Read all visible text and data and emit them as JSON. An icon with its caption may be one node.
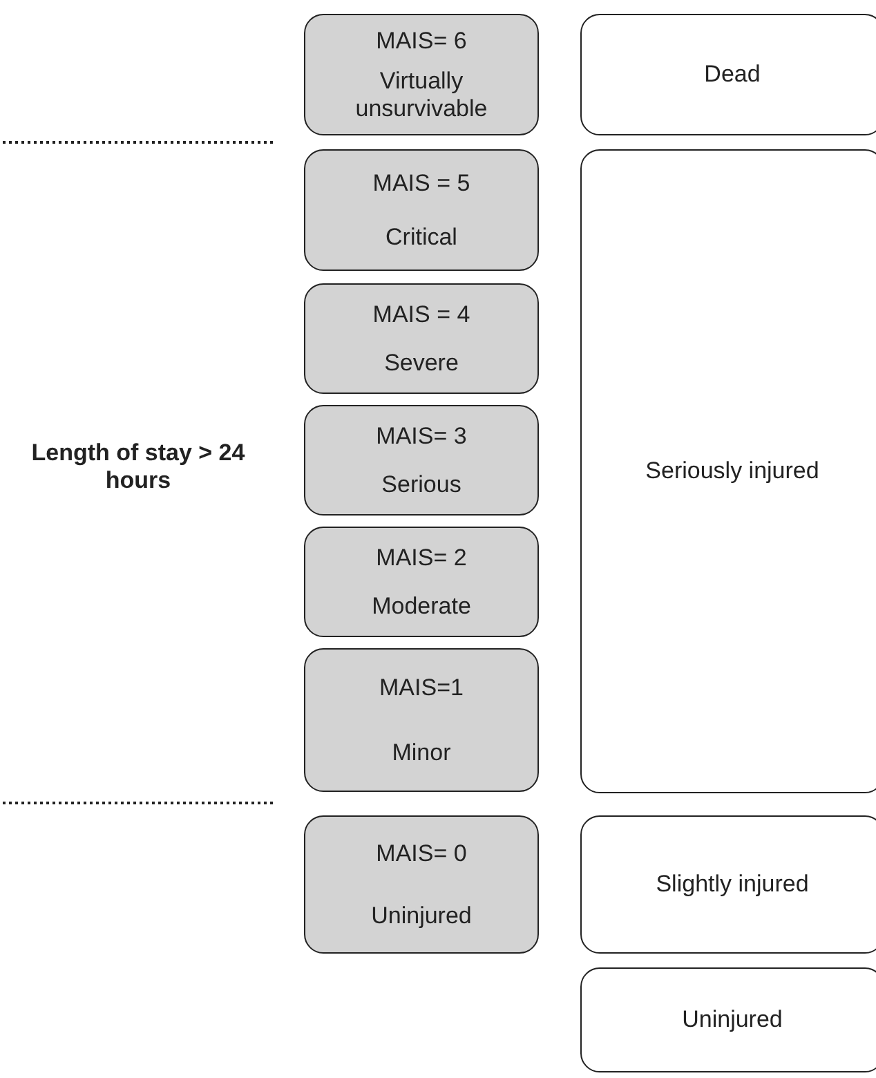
{
  "diagram": {
    "nodes": [
      {
        "text": [
          "MAIS= 6",
          "Virtually unsurvivable"
        ]
      },
      {
        "text": [
          "MAIS = 5",
          "Critical"
        ]
      },
      {
        "text": [
          "MAIS = 4",
          "Severe"
        ]
      },
      {
        "text": [
          "MAIS= 3",
          "Serious"
        ]
      },
      {
        "text": [
          "MAIS= 2",
          "Moderate"
        ]
      },
      {
        "text": [
          "MAIS=1",
          "Minor"
        ]
      },
      {
        "text": [
          "MAIS= 0",
          "Uninjured"
        ]
      },
      {
        "text": [
          "Dead"
        ]
      },
      {
        "text": [
          "Seriously injured"
        ]
      },
      {
        "text": [
          "Slightly injured"
        ]
      },
      {
        "text": [
          "Uninjured"
        ]
      }
    ],
    "labels": [
      "Length of stay > 24 hours"
    ]
  }
}
